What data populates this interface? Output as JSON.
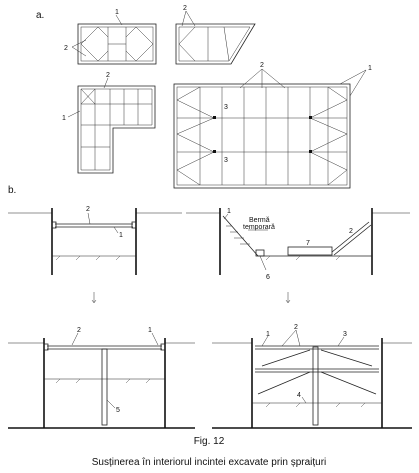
{
  "panel_a": {
    "label": "a.",
    "callouts": [
      "1",
      "2",
      "2",
      "1",
      "2",
      "2",
      "1",
      "3",
      "3"
    ]
  },
  "panel_b": {
    "label": "b.",
    "callouts": [
      "2",
      "1",
      "1",
      "2",
      "7",
      "6",
      "2",
      "1",
      "5",
      "1",
      "2",
      "3",
      "4"
    ],
    "berm_label_line1": "Bermă",
    "berm_label_line2": "temporară"
  },
  "caption": {
    "fig_number": "Fig. 12",
    "title": "Susținerea în interiorul incintei excavate prin șpraițuri"
  },
  "colors": {
    "ink": "#222222",
    "background": "#ffffff"
  }
}
